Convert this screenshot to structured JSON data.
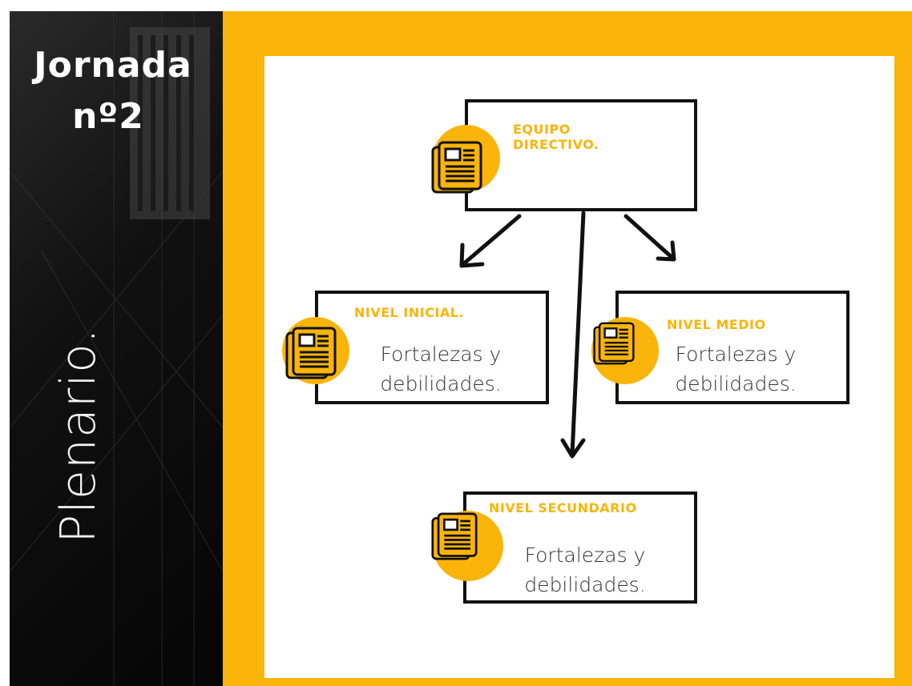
{
  "sidebar": {
    "title_line1": "Jornada",
    "title_line2": "nº2",
    "vertical_label": "Plenario."
  },
  "diagram": {
    "top": {
      "heading_line1": "EQUIPO",
      "heading_line2": "DIRECTIVO.",
      "icon": "newspaper-icon"
    },
    "left": {
      "heading": "NIVEL INICIAL.",
      "body_line1": "Fortalezas y",
      "body_line2": "debilidades.",
      "icon": "newspaper-icon"
    },
    "right": {
      "heading": "NIVEL MEDIO",
      "body_line1": "Fortalezas y",
      "body_line2": "debilidades.",
      "icon": "newspaper-icon"
    },
    "bottom": {
      "heading": "NIVEL SECUNDARIO",
      "body_line1": "Fortalezas y",
      "body_line2": "debilidades.",
      "icon": "newspaper-icon"
    }
  },
  "colors": {
    "accent": "#fbb40a",
    "sidebar_bg": "#111111",
    "box_border": "#111111",
    "body_text": "#333333"
  }
}
